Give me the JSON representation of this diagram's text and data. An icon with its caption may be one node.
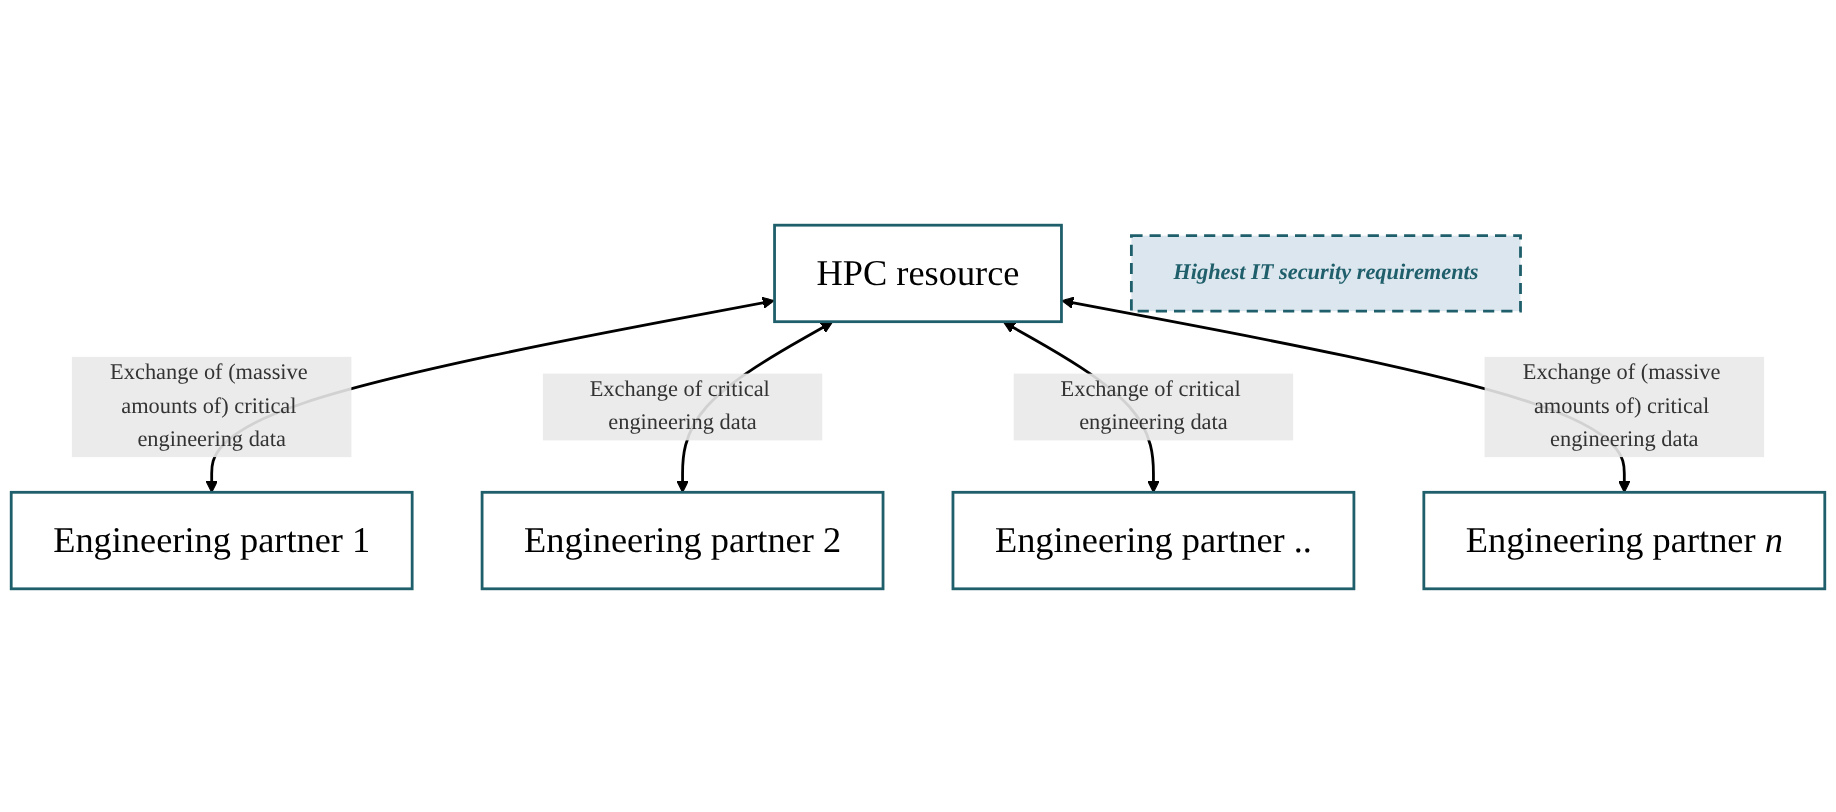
{
  "diagram": {
    "nodes": [
      {
        "text": [
          "HPC resource"
        ]
      },
      {
        "text": [
          "Highest IT security requirements"
        ]
      },
      {
        "text": [
          "Engineering partner 1"
        ]
      },
      {
        "text": [
          "Engineering partner 2"
        ]
      },
      {
        "text": [
          "Engineering partner .."
        ]
      },
      {
        "text": [
          "Engineering partner *n*"
        ]
      }
    ],
    "edges": [
      {
        "from": 0,
        "to": 2,
        "arrow": "both",
        "label": "Exchange of (massive amounts of) critical engineering data"
      },
      {
        "from": 0,
        "to": 3,
        "arrow": "both",
        "label": "Exchange of critical engineering data"
      },
      {
        "from": 0,
        "to": 4,
        "arrow": "both",
        "label": "Exchange of critical engineering data"
      },
      {
        "from": 0,
        "to": 5,
        "arrow": "both",
        "label": "Exchange of (massive amounts of) critical engineering data"
      }
    ]
  }
}
